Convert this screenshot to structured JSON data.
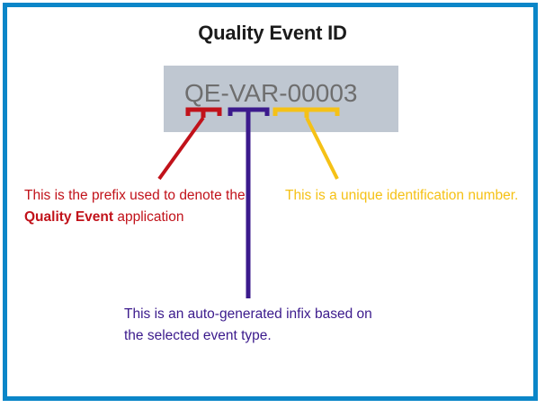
{
  "figure": {
    "title": "Quality Event ID",
    "border_color": "#0b86c8",
    "background_color": "#ffffff"
  },
  "id_field": {
    "name": "quality-event-id-field",
    "value": "QE-VAR-00003",
    "field_background": "#bfc7d1",
    "text_color": "#6e6e6e",
    "segments": [
      {
        "key": "prefix",
        "text": "QE",
        "color": "#c1121a"
      },
      {
        "key": "infix",
        "text": "VAR",
        "color": "#3b1a8c"
      },
      {
        "key": "suffix",
        "text": "00003",
        "color": "#f5c116"
      }
    ]
  },
  "annotations": [
    {
      "key": "prefix",
      "color": "#c1121a",
      "line1": "This is the prefix used to",
      "line2_prefix": "denote the ",
      "line2_bold": "Quality Event",
      "line3": "application"
    },
    {
      "key": "suffix",
      "color": "#f5c116",
      "line1": "This is a unique identification",
      "line2": "number."
    },
    {
      "key": "infix",
      "color": "#3b1a8c",
      "line1": "This is an auto-generated infix",
      "line2": "based on the selected event",
      "line3": "type."
    }
  ]
}
